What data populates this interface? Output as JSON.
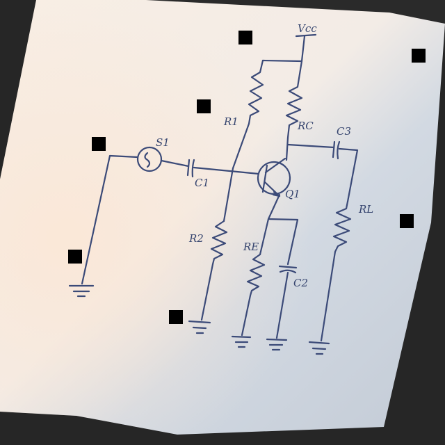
{
  "diagram": {
    "labels": {
      "vcc": "Vcc",
      "r1": "R1",
      "rc": "RC",
      "c3": "C3",
      "s1": "S1",
      "c1": "C1",
      "q1": "Q1",
      "rl": "RL",
      "r2": "R2",
      "re": "RE",
      "c2": "C2"
    }
  },
  "colors": {
    "ink": "#3b4a78",
    "paper_light": "#f6efe6",
    "paper_shadow": "#c9d1dc",
    "background": "#262626",
    "redaction": "#000000"
  }
}
